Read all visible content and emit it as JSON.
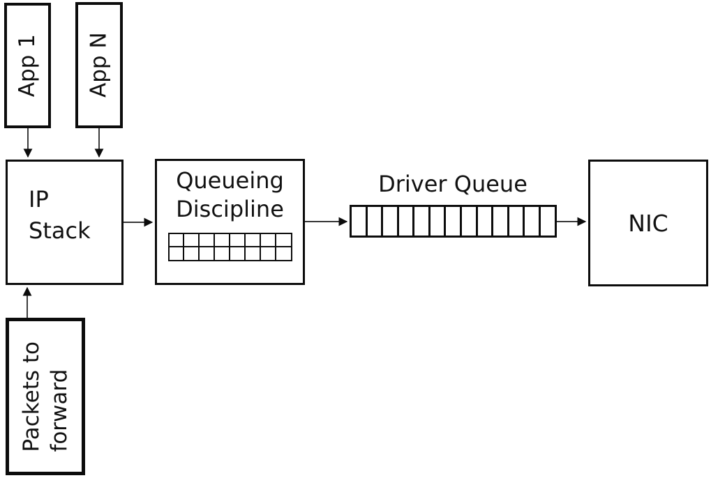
{
  "nodes": {
    "app1": {
      "label": "App 1"
    },
    "appN": {
      "label": "App N"
    },
    "ip_stack": {
      "line1": "IP",
      "line2": "Stack"
    },
    "qdisc": {
      "line1": "Queueing",
      "line2": "Discipline"
    },
    "driver_queue": {
      "label": "Driver Queue"
    },
    "nic": {
      "label": "NIC"
    },
    "packets_to_forward": {
      "line1": "Packets to",
      "line2": "forward"
    }
  },
  "queues": {
    "qdisc_buffer": {
      "rows": 2,
      "cols": 8
    },
    "driver_buffer": {
      "cells": 13
    }
  },
  "colors": {
    "stroke": "#0c0c0c",
    "background": "#ffffff"
  }
}
